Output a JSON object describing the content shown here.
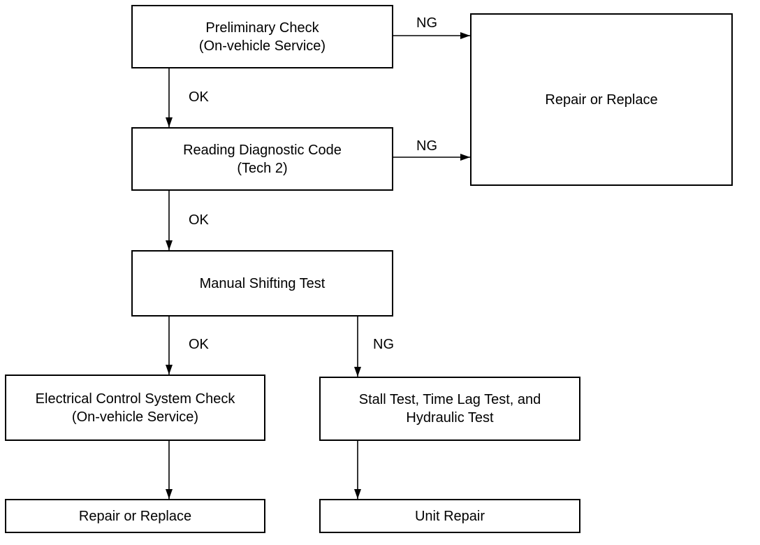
{
  "nodes": {
    "preliminary_check": {
      "line1": "Preliminary Check",
      "line2": "(On-vehicle Service)"
    },
    "repair_or_replace_top": {
      "line1": "Repair or Replace"
    },
    "reading_diagnostic_code": {
      "line1": "Reading Diagnostic Code",
      "line2": "(Tech 2)"
    },
    "manual_shifting_test": {
      "line1": "Manual Shifting Test"
    },
    "electrical_control_system_check": {
      "line1": "Electrical Control System Check",
      "line2": "(On-vehicle Service)"
    },
    "stall_test": {
      "line1": "Stall Test, Time Lag Test, and",
      "line2": "Hydraulic Test"
    },
    "repair_or_replace_bottom": {
      "line1": "Repair or Replace"
    },
    "unit_repair": {
      "line1": "Unit Repair"
    }
  },
  "edges": {
    "preliminary_to_repair": {
      "label": "NG"
    },
    "preliminary_to_reading": {
      "label": "OK"
    },
    "reading_to_repair": {
      "label": "NG"
    },
    "reading_to_manual": {
      "label": "OK"
    },
    "manual_to_electrical": {
      "label": "OK"
    },
    "manual_to_stall": {
      "label": "NG"
    }
  }
}
